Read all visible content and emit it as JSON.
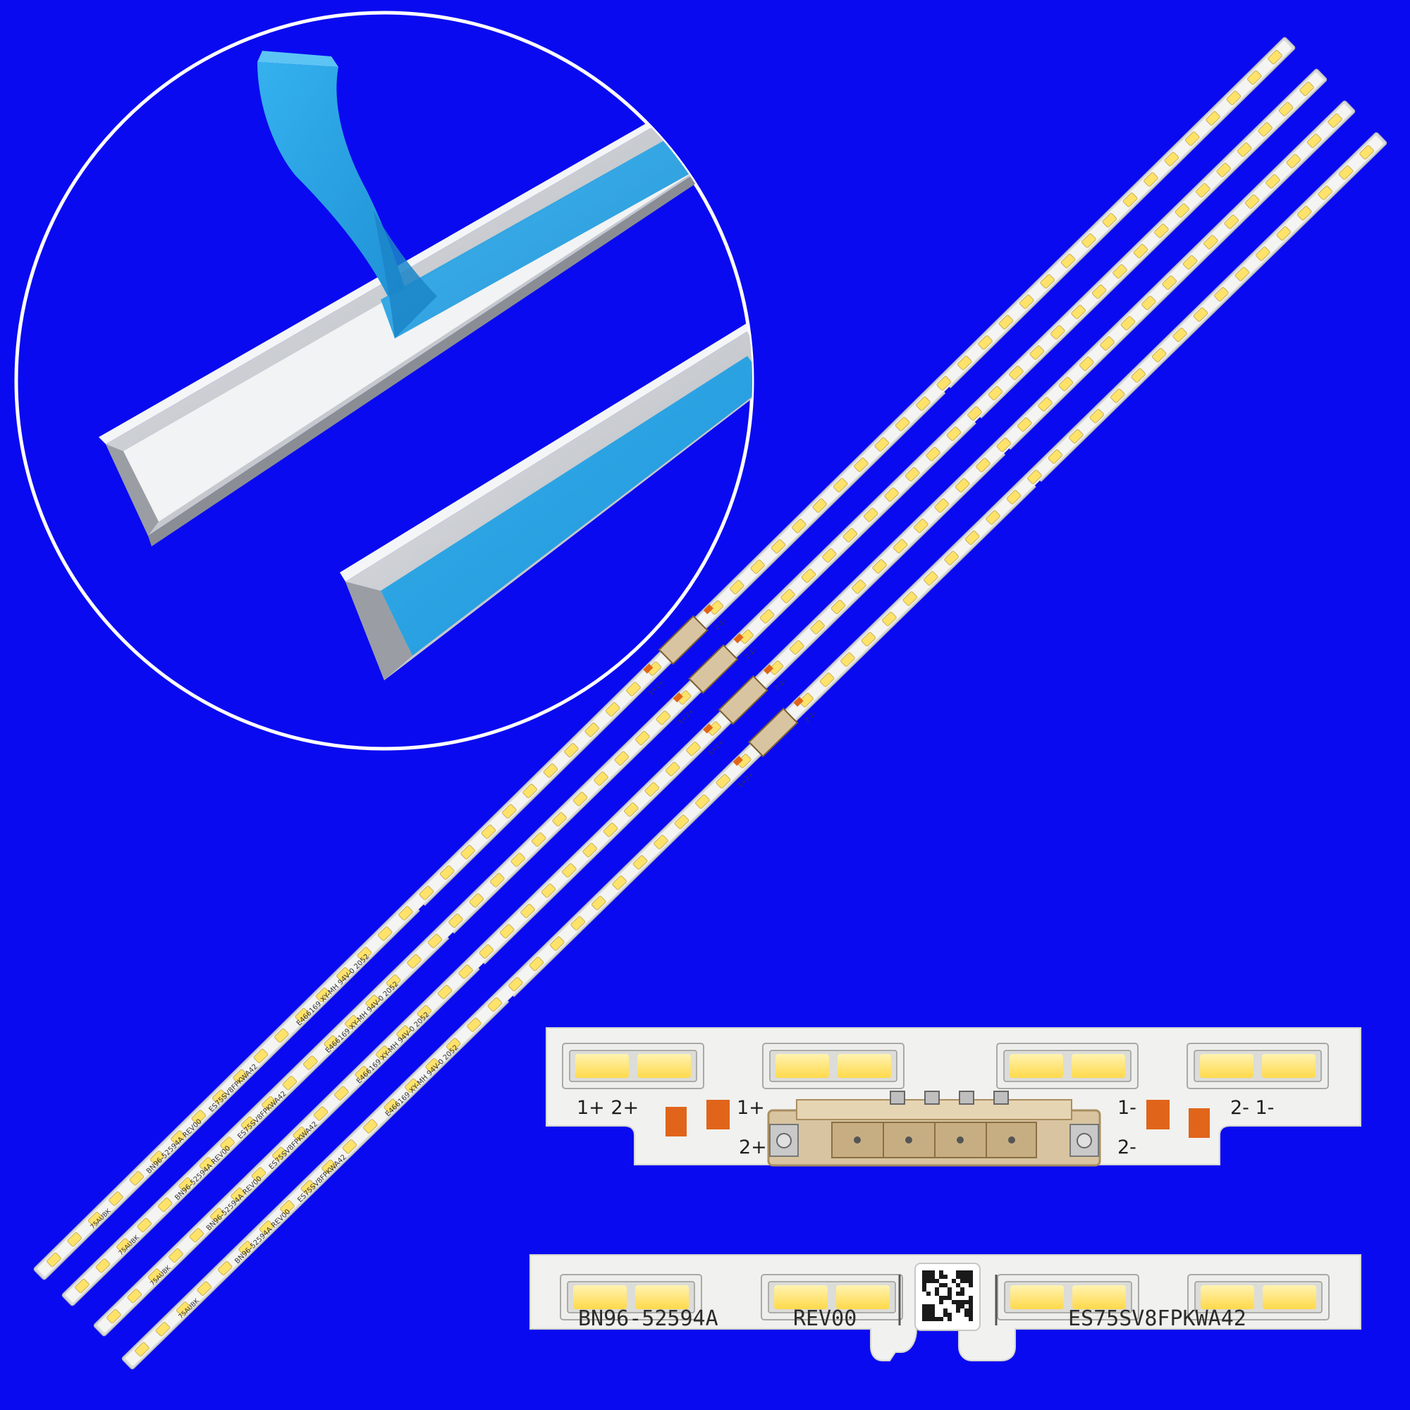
{
  "colors": {
    "background": "#0a0af0",
    "tape_blue": "#2aa3e6",
    "aluminum": "#cfd2d6",
    "pcb": "#f1f1ef",
    "led_yellow": "#ffe26a",
    "copper_pad": "#e0651a",
    "connector": "#d8c4a0"
  },
  "inset_top": {
    "pin_labels": [
      "1+ 2+",
      "1+",
      "2+",
      "1-",
      "2- 1-",
      "2-"
    ]
  },
  "inset_bottom": {
    "part_number": "BN96-52594A",
    "revision": "REV00",
    "model_code": "ES75SV8FPKWA42"
  },
  "strip_markings": {
    "cert_text": "E466169 XY-MH 94V-0 2052",
    "model_code": "ES75SV8FPKWA42",
    "part_text": "BN96-52594A   REV00",
    "size_text": "75AUBK",
    "pin_top": "2-1-",
    "pin_bottom": "1+2+"
  }
}
